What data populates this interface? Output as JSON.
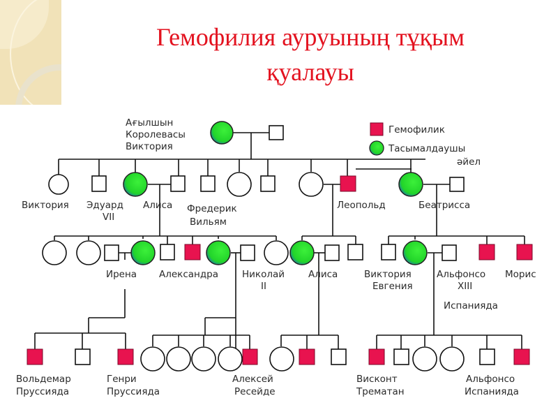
{
  "title": {
    "line1": "Гемофилия ауруының тұқым",
    "line2": "қуалауы"
  },
  "legend": {
    "hemophiliac": "Гемофилик",
    "carrier_line1": "Тасымалдаушы",
    "carrier_line2": "әйел"
  },
  "colors": {
    "hemophiliac": "#e8134f",
    "carrier": "#22d42a",
    "title": "#e3121f",
    "line": "#111111"
  },
  "generation1": {
    "queen": {
      "line1": "Ағылшын",
      "line2": "Королевасы",
      "line3": "Виктория",
      "status": "carrier",
      "sex": "female"
    }
  },
  "generation2": {
    "members": [
      {
        "name": "Виктория",
        "sex": "female",
        "status": "normal"
      },
      {
        "name": "Эдуард",
        "name2": "VII",
        "sex": "male",
        "status": "normal"
      },
      {
        "name": "Алиса",
        "sex": "female",
        "status": "carrier"
      },
      {
        "name": "",
        "sex": "male",
        "status": "normal"
      },
      {
        "name": "",
        "sex": "female",
        "status": "normal"
      },
      {
        "name": "",
        "sex": "male",
        "status": "normal"
      },
      {
        "name": "",
        "sex": "female",
        "status": "normal"
      },
      {
        "name": "Леопольд",
        "sex": "male",
        "status": "hemophiliac"
      },
      {
        "name": "Беатрисса",
        "sex": "female",
        "status": "carrier"
      }
    ],
    "spouse_alisa": {
      "name": "Фредерик",
      "name2": "Вильям"
    }
  },
  "generation3": {
    "names": {
      "irena": "Ирена",
      "alexandra": "Александра",
      "nikolai": "Николай",
      "nikolai2": "II",
      "alisa": "Алиса",
      "victoria_eugenia": "Виктория",
      "victoria_eugenia2": "Евгения",
      "alfonso": "Альфонсо",
      "alfonso2": "XIII",
      "alfonso3": "Испанияда",
      "moris": "Морис"
    }
  },
  "generation4": {
    "names": {
      "voldemar": "Вольдемар",
      "voldemar2": "Пруссияда",
      "henri": "Генри",
      "henri2": "Пруссияда",
      "aleksei": "Алексей",
      "aleksei2": "Ресейде",
      "viscount": "Висконт",
      "viscount2": "Трематан",
      "alfonso_sp": "Альфонсо",
      "alfonso_sp2": "Испанияда"
    }
  }
}
